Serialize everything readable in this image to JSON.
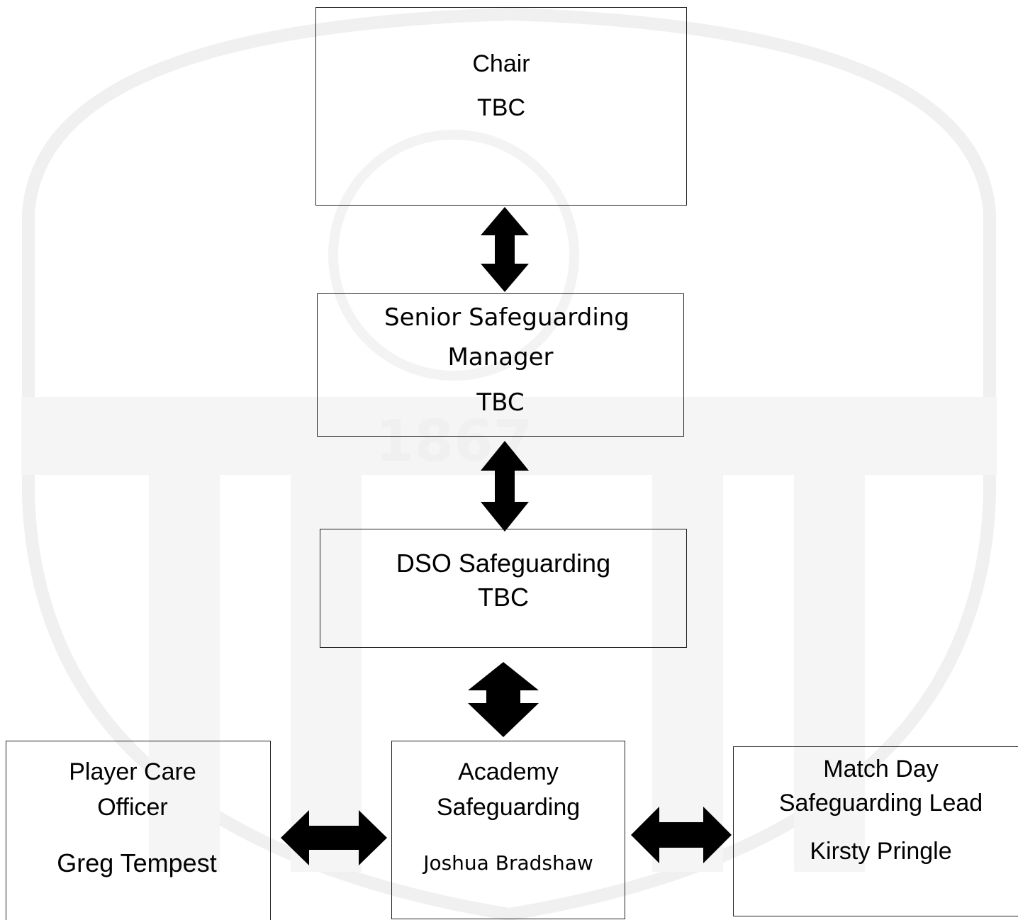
{
  "boxes": {
    "chair": {
      "title": "Chair",
      "name": "TBC"
    },
    "senior": {
      "title_line1": "Senior Safeguarding",
      "title_line2": "Manager",
      "name": "TBC"
    },
    "dso": {
      "title": "DSO Safeguarding",
      "name": "TBC"
    },
    "academy": {
      "title_line1": "Academy",
      "title_line2": "Safeguarding",
      "name": "Joshua Bradshaw"
    },
    "player_care": {
      "title_line1": "Player Care",
      "title_line2": "Officer",
      "name": "Greg Tempest"
    },
    "match_day": {
      "title_line1": "Match Day",
      "title_line2": "Safeguarding Lead",
      "name": "Kirsty Pringle"
    }
  },
  "watermark": {
    "text": "1867"
  },
  "colors": {
    "arrow": "#000000",
    "border": "#222222",
    "watermark": "#f2f2f2"
  }
}
